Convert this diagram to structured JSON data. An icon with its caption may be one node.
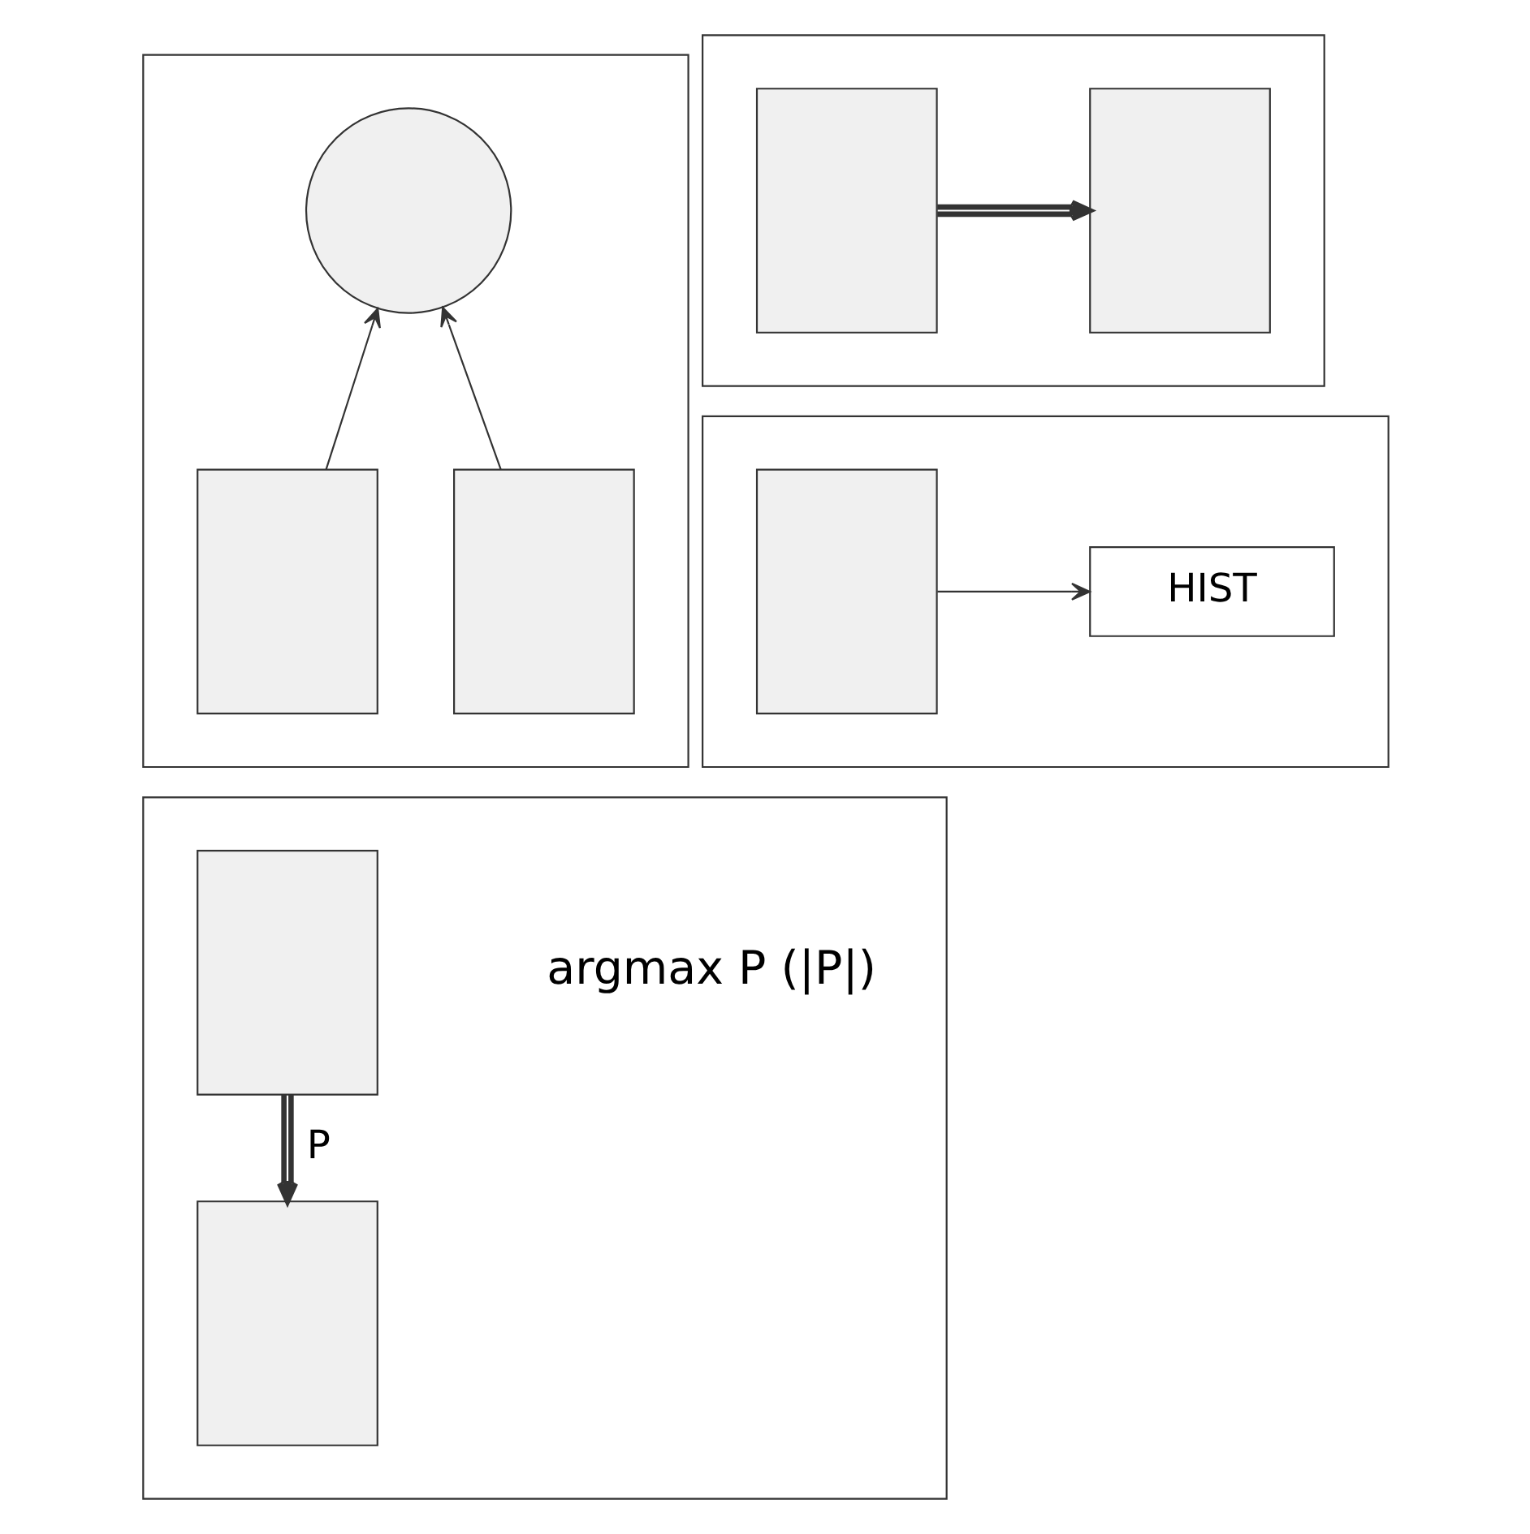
{
  "diagram": {
    "nodes": [
      {
        "text": [],
        "shape": "box"
      },
      {
        "text": [],
        "shape": "box"
      },
      {
        "text": [],
        "shape": "box"
      },
      {
        "text": [],
        "shape": "box"
      },
      {
        "text": [],
        "shape": "circle",
        "in": 0
      },
      {
        "text": [],
        "shape": "box",
        "in": 0
      },
      {
        "text": [],
        "shape": "box",
        "in": 0
      },
      {
        "text": [],
        "shape": "box",
        "in": 1
      },
      {
        "text": [],
        "shape": "box",
        "in": 1
      },
      {
        "text": [],
        "shape": "box",
        "in": 2
      },
      {
        "text": [],
        "shape": "box",
        "in": 2
      },
      {
        "text": [],
        "shape": "box",
        "in": 3
      },
      {
        "text": [
          "HIST"
        ],
        "in": 3
      }
    ],
    "edges": [
      {
        "from": 5,
        "to": 4,
        "arrow": "to"
      },
      {
        "from": 6,
        "to": 4,
        "arrow": "to"
      },
      {
        "from": 7,
        "to": 8,
        "arrow": "to",
        "style": "thick"
      },
      {
        "from": 9,
        "to": 10,
        "arrow": "to",
        "style": "thick",
        "label": "P"
      },
      {
        "from": 11,
        "to": 12,
        "arrow": "to"
      }
    ],
    "labels": [
      "argmax P (|P|)"
    ]
  }
}
